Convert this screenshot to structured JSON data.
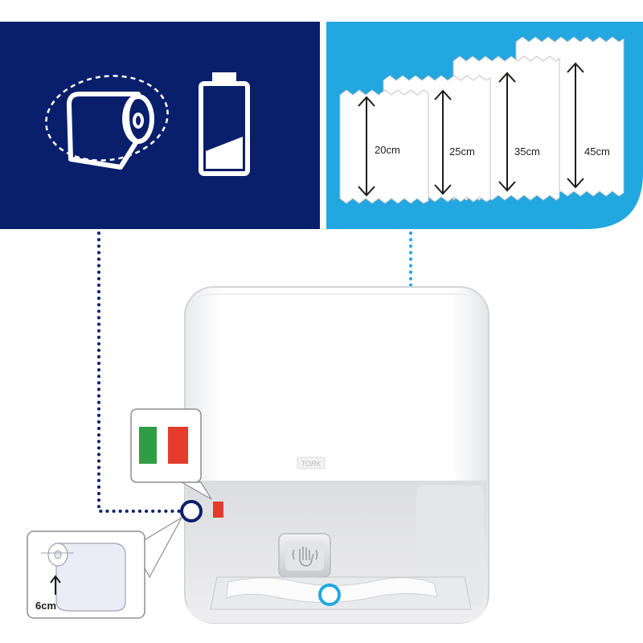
{
  "colors": {
    "navy_panel": "#0a1f6b",
    "blue_panel": "#22a7e0",
    "status_green": "#2e9e44",
    "status_red": "#e53b2c",
    "dotted_navy": "#0a1f6b",
    "dotted_blue": "#22a7e0"
  },
  "left_panel": {
    "icons": [
      "paper-roll-icon",
      "battery-low-icon"
    ]
  },
  "sheet_lengths": {
    "items": [
      {
        "label": "20cm"
      },
      {
        "label": "25cm"
      },
      {
        "label": "35cm"
      },
      {
        "label": "45cm"
      }
    ]
  },
  "dispenser": {
    "brand": "TORK",
    "sensor_icon": "hand-sensor-icon"
  },
  "status_indicator": {
    "colors": [
      "green",
      "white",
      "red"
    ]
  },
  "roll_callout": {
    "label": "6cm"
  }
}
